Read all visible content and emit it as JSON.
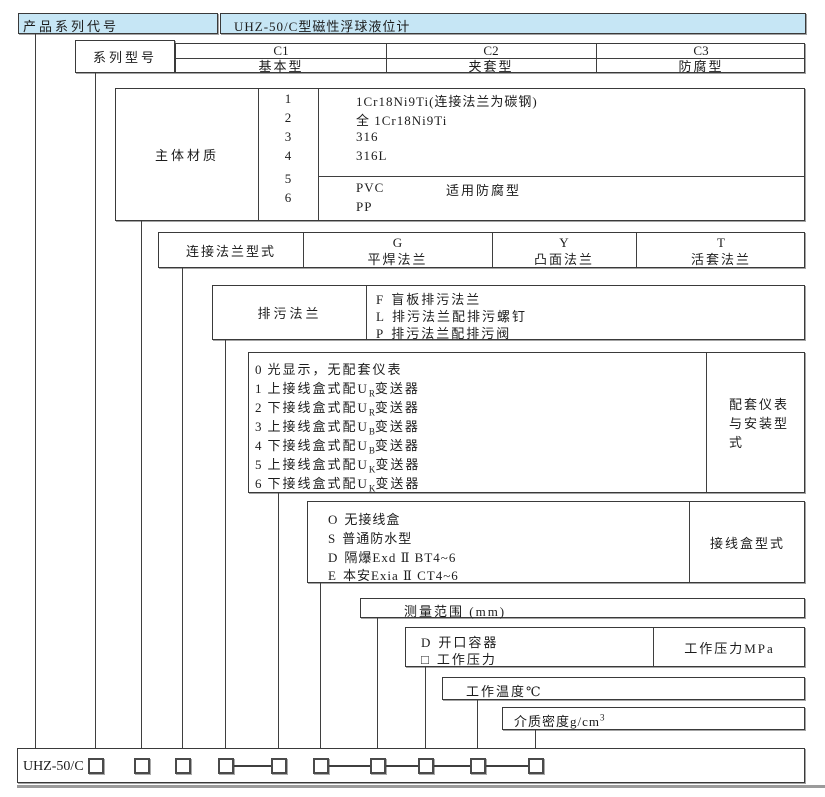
{
  "header": {
    "label": "产品系列代号",
    "value": "UHZ-50/C型磁性浮球液位计"
  },
  "series": {
    "label": "系列型号",
    "columns": [
      {
        "code": "C1",
        "name": "基本型"
      },
      {
        "code": "C2",
        "name": "夹套型"
      },
      {
        "code": "C3",
        "name": "防腐型"
      }
    ]
  },
  "material": {
    "label": "主体材质",
    "codes": [
      "1",
      "2",
      "3",
      "4",
      "5",
      "6"
    ],
    "upper_options": [
      "1Cr18Ni9Ti(连接法兰为碳钢)",
      "全 1Cr18Ni9Ti",
      "316",
      "316L"
    ],
    "lower_options": [
      "PVC",
      "PP"
    ],
    "lower_note": "适用防腐型"
  },
  "flange": {
    "label": "连接法兰型式",
    "columns": [
      {
        "code": "G",
        "name": "平焊法兰"
      },
      {
        "code": "Y",
        "name": "凸面法兰"
      },
      {
        "code": "T",
        "name": "活套法兰"
      }
    ]
  },
  "drain": {
    "label": "排污法兰",
    "options": [
      {
        "code": "F",
        "name": "盲板排污法兰"
      },
      {
        "code": "L",
        "name": "排污法兰配排污螺钉"
      },
      {
        "code": "P",
        "name": "排污法兰配排污阀"
      }
    ]
  },
  "instrument": {
    "label": "配套仪表与安装型式",
    "options": [
      {
        "code": "0",
        "pre": "光显示，无配套仪表",
        "sub": "",
        "post": ""
      },
      {
        "code": "1",
        "pre": "上接线盒式配U",
        "sub": "R",
        "post": "变送器"
      },
      {
        "code": "2",
        "pre": "下接线盒式配U",
        "sub": "R",
        "post": "变送器"
      },
      {
        "code": "3",
        "pre": "上接线盒式配U",
        "sub": "B",
        "post": "变送器"
      },
      {
        "code": "4",
        "pre": "下接线盒式配U",
        "sub": "B",
        "post": "变送器"
      },
      {
        "code": "5",
        "pre": "上接线盒式配U",
        "sub": "K",
        "post": "变送器"
      },
      {
        "code": "6",
        "pre": "下接线盒式配U",
        "sub": "K",
        "post": "变送器"
      }
    ]
  },
  "junction": {
    "label": "接线盒型式",
    "options": [
      {
        "code": "O",
        "name": "无接线盒"
      },
      {
        "code": "S",
        "name": "普通防水型"
      },
      {
        "code": "D",
        "name": "隔爆Exd Ⅱ BT4~6"
      },
      {
        "code": "E",
        "name": "本安Exia Ⅱ CT4~6"
      }
    ]
  },
  "range": {
    "label": "测量范围 (mm)"
  },
  "pressure": {
    "options": [
      {
        "code": "D",
        "name": "开口容器"
      },
      {
        "code": "□",
        "name": "工作压力"
      }
    ],
    "label": "工作压力MPa"
  },
  "temperature": {
    "label": "工作温度℃"
  },
  "density": {
    "pre": "介质密度g/cm",
    "sup": "3"
  },
  "model": {
    "prefix": "UHZ-50/C",
    "placeholder_groups": [
      1,
      1,
      1,
      2,
      5
    ]
  },
  "colors": {
    "header_bg": "#c6e6f5",
    "line": "#3f3f3f",
    "shadow": "#a3a3a3"
  }
}
